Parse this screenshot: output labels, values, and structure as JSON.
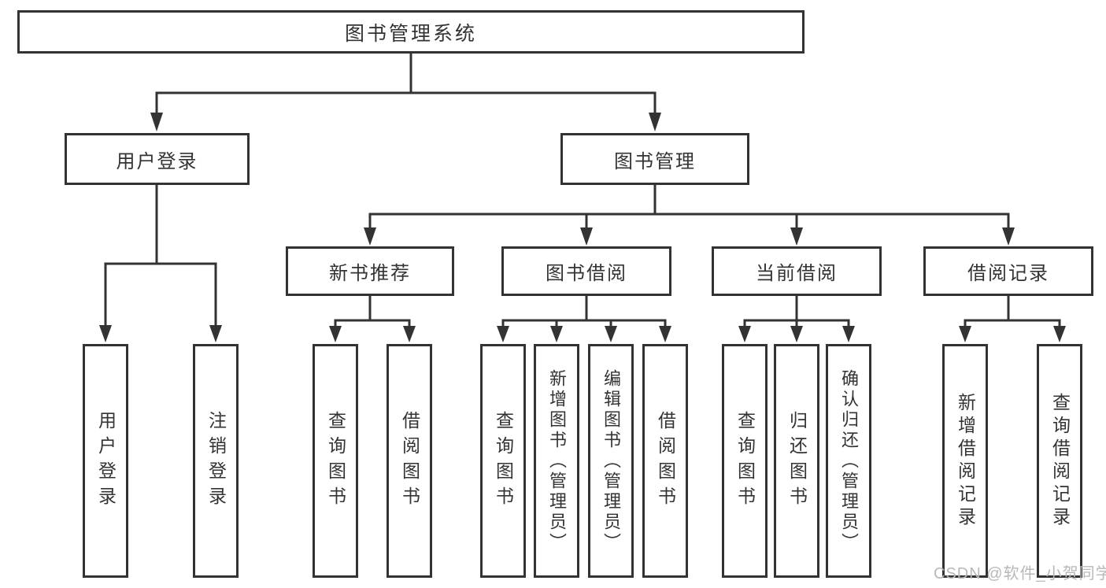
{
  "diagram": {
    "root": {
      "label": "图书管理系统"
    },
    "level2": [
      {
        "label": "用户登录"
      },
      {
        "label": "图书管理"
      }
    ],
    "level3": [
      {
        "label": "新书推荐"
      },
      {
        "label": "图书借阅"
      },
      {
        "label": "当前借阅"
      },
      {
        "label": "借阅记录"
      }
    ],
    "leaves": [
      {
        "label": "用户登录"
      },
      {
        "label": "注销登录"
      },
      {
        "label": "查询图书"
      },
      {
        "label": "借阅图书"
      },
      {
        "label": "查询图书"
      },
      {
        "label": "新增图书（管理员）"
      },
      {
        "label": "编辑图书（管理员）"
      },
      {
        "label": "借阅图书"
      },
      {
        "label": "查询图书"
      },
      {
        "label": "归还图书"
      },
      {
        "label": "确认归还（管理员）"
      },
      {
        "label": "新增借阅记录"
      },
      {
        "label": "查询借阅记录"
      }
    ],
    "colors": {
      "line": "#333333",
      "text": "#333333",
      "box_background": "#ffffff",
      "page_background": "#ffffff"
    }
  },
  "watermark": {
    "text": "CSDN @软件_小贺同学",
    "color": "#b8b8b8"
  }
}
